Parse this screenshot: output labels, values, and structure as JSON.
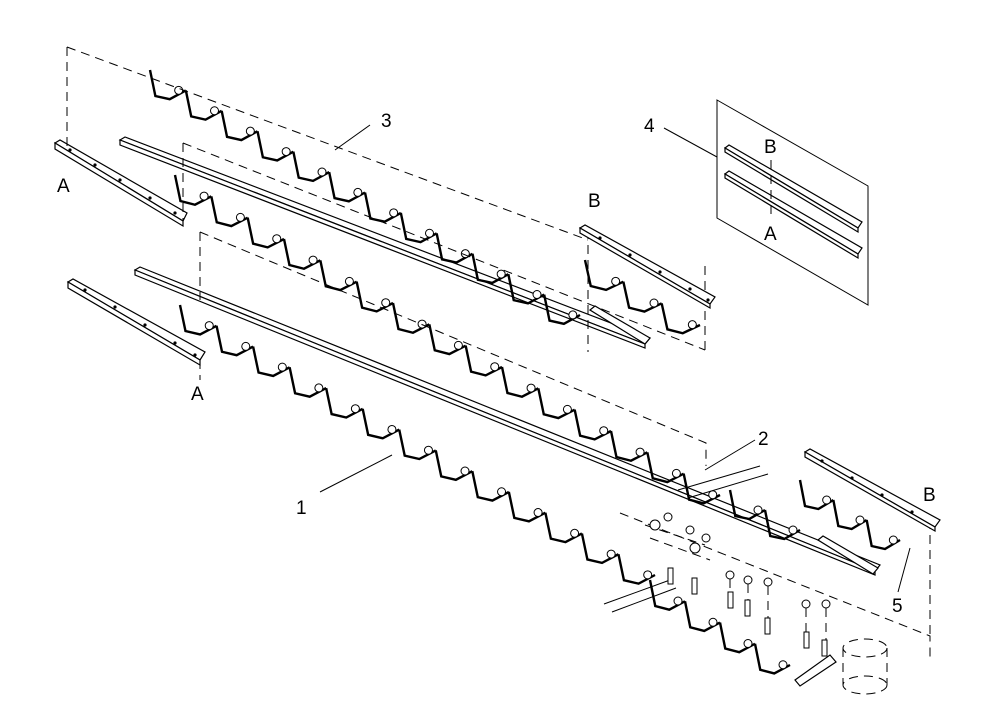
{
  "diagram": {
    "callouts": [
      "1",
      "2",
      "3",
      "4",
      "5"
    ],
    "detail_labels": [
      "A",
      "B"
    ]
  }
}
